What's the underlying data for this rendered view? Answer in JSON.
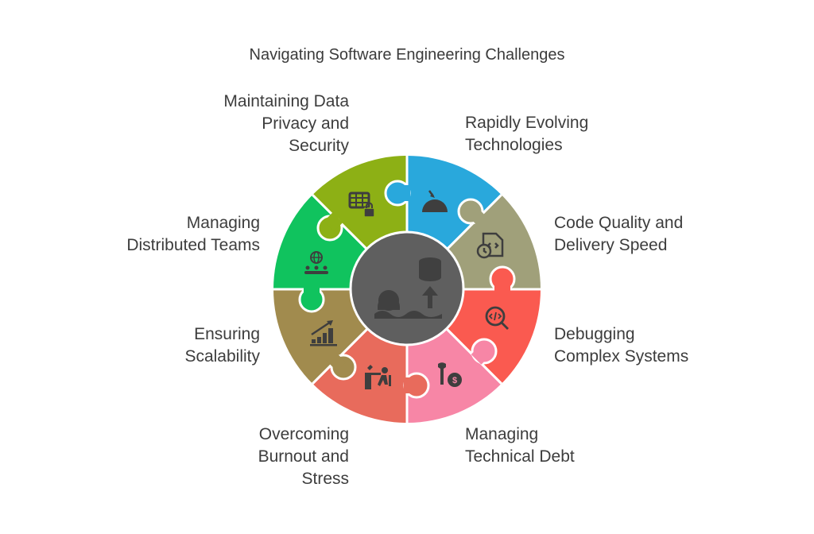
{
  "title": "Navigating Software Engineering Challenges",
  "center": {
    "icon": "database-gear-upload-icon",
    "color": "#5f5f5f"
  },
  "segments": [
    {
      "id": "rapidly-evolving-technologies",
      "lines": [
        "Rapidly Evolving",
        "Technologies"
      ],
      "color": "#29a8dc",
      "icon": "speedometer-icon"
    },
    {
      "id": "code-quality-delivery-speed",
      "lines": [
        "Code Quality and",
        "Delivery Speed"
      ],
      "color": "#a0a07a",
      "icon": "code-file-clock-icon"
    },
    {
      "id": "debugging-complex-systems",
      "lines": [
        "Debugging",
        "Complex Systems"
      ],
      "color": "#fa5a50",
      "icon": "code-search-icon"
    },
    {
      "id": "managing-technical-debt",
      "lines": [
        "Managing",
        "Technical Debt"
      ],
      "color": "#f786a6",
      "icon": "wrench-dollar-icon"
    },
    {
      "id": "overcoming-burnout-stress",
      "lines": [
        "Overcoming",
        "Burnout and",
        "Stress"
      ],
      "color": "#e86b5c",
      "icon": "tired-worker-desk-icon"
    },
    {
      "id": "ensuring-scalability",
      "lines": [
        "Ensuring",
        "Scalability"
      ],
      "color": "#a18b4e",
      "icon": "growth-chart-icon"
    },
    {
      "id": "managing-distributed-teams",
      "lines": [
        "Managing",
        "Distributed Teams"
      ],
      "color": "#10c35e",
      "icon": "globe-team-icon"
    },
    {
      "id": "maintaining-data-privacy-security",
      "lines": [
        "Maintaining Data",
        "Privacy and",
        "Security"
      ],
      "color": "#8db015",
      "icon": "table-lock-icon"
    }
  ],
  "icon_color": "#3e3e3e",
  "text_color": "#3d3d3d"
}
